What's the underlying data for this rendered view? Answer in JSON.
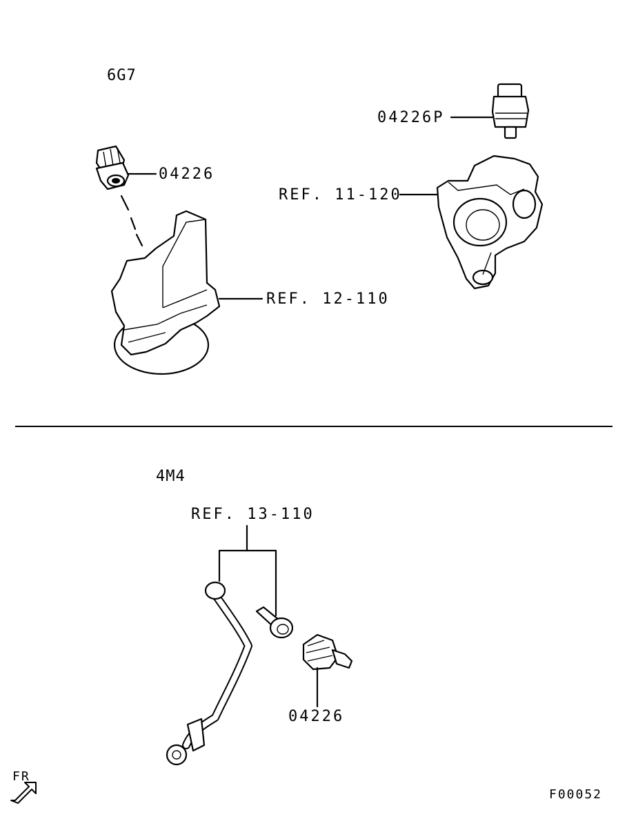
{
  "sections": [
    {
      "engine_code": "6G7",
      "labels": {
        "sensor_part": "04226",
        "sensor_part_p": "04226P",
        "ref_upper": "REF. 11-120",
        "ref_lower": "REF. 12-110"
      }
    },
    {
      "engine_code": "4M4",
      "labels": {
        "ref": "REF. 13-110",
        "sensor_part": "04226"
      }
    }
  ],
  "footer": {
    "direction_label": "FR",
    "figure_code": "F00052"
  }
}
